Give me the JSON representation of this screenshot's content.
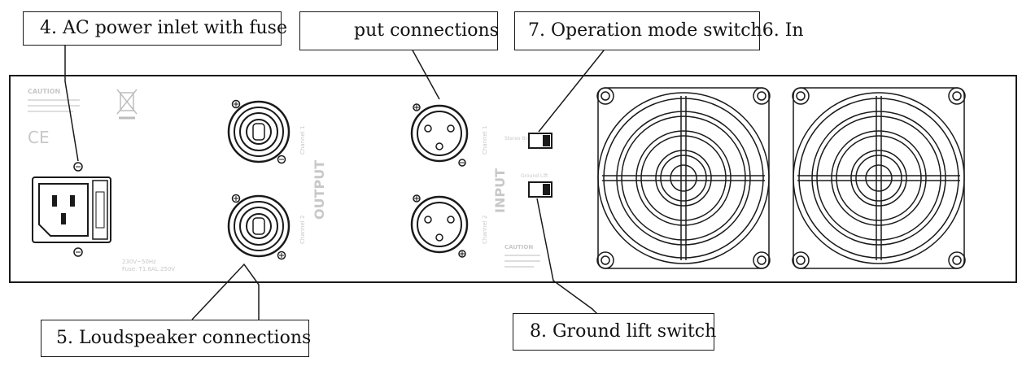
{
  "callouts": {
    "ac_power": "4. AC power inlet with fuse",
    "input_connections": "put connections",
    "operation_mode": "7. Operation mode switch6. In",
    "loudspeaker": "5. Loudspeaker connections",
    "ground_lift": "8. Ground lift switch"
  },
  "panel": {
    "caution_left": "CAUTION",
    "ce_mark": "CE",
    "power_rating": "230V~50Hz",
    "fuse_rating": "Fuse: T1.6AL 250V",
    "output_label": "OUTPUT",
    "input_label": "INPUT",
    "channel_1": "Channel 1",
    "channel_2": "Channel 2",
    "mode_label": "Stereo   Bridged",
    "ground_label": "Ground Lift",
    "caution_right": "CAUTION"
  },
  "colors": {
    "line": "#1a1a1a",
    "panel_text": "#c8c8c8"
  }
}
